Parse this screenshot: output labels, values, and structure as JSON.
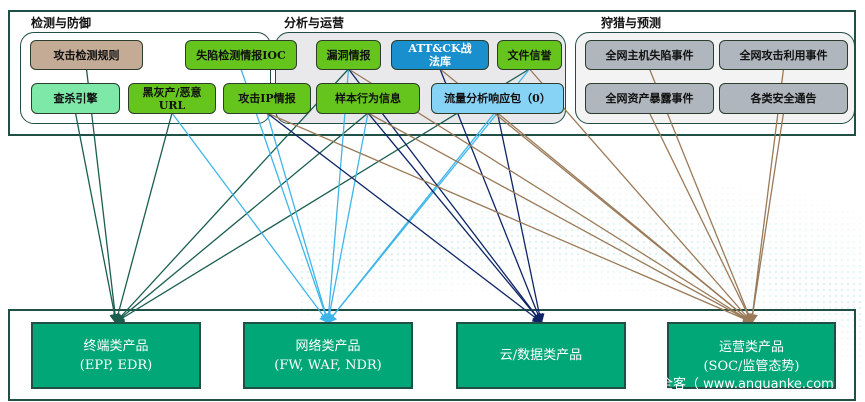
{
  "groups": [
    {
      "id": "detect",
      "title": "检测与防御"
    },
    {
      "id": "analysis",
      "title": "分析与运营"
    },
    {
      "id": "hunt",
      "title": "狩猎与预测"
    }
  ],
  "sources": [
    {
      "id": "rules",
      "label": "攻击检测规则",
      "group": "detect",
      "color": "#c4ab96"
    },
    {
      "id": "ioc",
      "label": "失陷检测情报IOC",
      "group": "detect",
      "color": "#66c51d"
    },
    {
      "id": "engine",
      "label": "查杀引擎",
      "group": "detect",
      "color": "#7ee8a9"
    },
    {
      "id": "url",
      "label": "黑灰产/恶意URL",
      "group": "detect",
      "color": "#66c51d"
    },
    {
      "id": "ip",
      "label": "攻击IP情报",
      "group": "detect",
      "color": "#66c51d"
    },
    {
      "id": "vuln",
      "label": "漏洞情报",
      "group": "analysis",
      "color": "#66c51d"
    },
    {
      "id": "attck",
      "label": "ATT&CK战法库",
      "group": "analysis",
      "color": "#1a8fcd"
    },
    {
      "id": "filerep",
      "label": "文件信誉",
      "group": "analysis",
      "color": "#66c51d"
    },
    {
      "id": "sample",
      "label": "样本行为信息",
      "group": "analysis",
      "color": "#66c51d"
    },
    {
      "id": "traffic",
      "label": "流量分析响应包（0）",
      "group": "analysis",
      "color": "#86d3f6"
    },
    {
      "id": "hostcomp",
      "label": "全网主机失陷事件",
      "group": "hunt",
      "color": "#b0b6bd"
    },
    {
      "id": "attackuse",
      "label": "全网攻击利用事件",
      "group": "hunt",
      "color": "#b0b6bd"
    },
    {
      "id": "assetexp",
      "label": "全网资产暴露事件",
      "group": "hunt",
      "color": "#b0b6bd"
    },
    {
      "id": "bulletin",
      "label": "各类安全通告",
      "group": "hunt",
      "color": "#b0b6bd"
    }
  ],
  "products": [
    {
      "id": "endpoint",
      "line1": "终端类产品",
      "line2": "(EPP, EDR)",
      "link_color": "#1a5e50"
    },
    {
      "id": "network",
      "line1": "网络类产品",
      "line2": "(FW, WAF, NDR)",
      "link_color": "#3fb5ea"
    },
    {
      "id": "cloud",
      "line1": "云/数据类产品",
      "line2": "",
      "link_color": "#0f2466"
    },
    {
      "id": "ops",
      "line1": "运营类产品",
      "line2": "(SOC/监管态势)",
      "link_color": "#9a7a58"
    }
  ],
  "links": [
    {
      "from": "engine",
      "to": "endpoint"
    },
    {
      "from": "rules",
      "to": "endpoint"
    },
    {
      "from": "url",
      "to": "endpoint"
    },
    {
      "from": "vuln",
      "to": "endpoint"
    },
    {
      "from": "sample",
      "to": "endpoint"
    },
    {
      "from": "filerep",
      "to": "endpoint"
    },
    {
      "from": "url",
      "to": "network"
    },
    {
      "from": "ioc",
      "to": "network"
    },
    {
      "from": "ip",
      "to": "network"
    },
    {
      "from": "vuln",
      "to": "network"
    },
    {
      "from": "sample",
      "to": "network"
    },
    {
      "from": "filerep",
      "to": "network"
    },
    {
      "from": "traffic",
      "to": "network"
    },
    {
      "from": "ip",
      "to": "cloud"
    },
    {
      "from": "vuln",
      "to": "cloud"
    },
    {
      "from": "sample",
      "to": "cloud"
    },
    {
      "from": "attck",
      "to": "cloud"
    },
    {
      "from": "traffic",
      "to": "cloud"
    },
    {
      "from": "ip",
      "to": "ops"
    },
    {
      "from": "vuln",
      "to": "ops"
    },
    {
      "from": "sample",
      "to": "ops"
    },
    {
      "from": "attck",
      "to": "ops"
    },
    {
      "from": "traffic",
      "to": "ops"
    },
    {
      "from": "filerep",
      "to": "ops"
    },
    {
      "from": "hostcomp",
      "to": "ops"
    },
    {
      "from": "assetexp",
      "to": "ops"
    },
    {
      "from": "attackuse",
      "to": "ops"
    },
    {
      "from": "bulletin",
      "to": "ops"
    }
  ],
  "watermark": "全客（ www.anquanke.com"
}
